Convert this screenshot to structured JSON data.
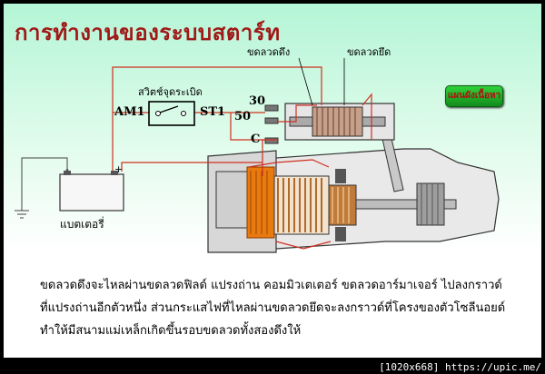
{
  "title": "การทำงานของระบบสตาร์ท",
  "labels": {
    "pull_coil": "ขดลวดดึง",
    "hold_coil": "ขดลวดยึด",
    "ignition_switch": "สวิตช์จุดระเบิด",
    "am1": "AM1",
    "st1": "ST1",
    "terminal_30": "30",
    "terminal_50": "50",
    "terminal_c": "C",
    "battery": "แบตเตอรี่",
    "minus": "-",
    "plus": "+"
  },
  "back_button": "แผนผังเนื้อหา",
  "description": [
    "ขดลวดดึงจะไหลผ่านขดลวดฟิลด์ แปรงถ่าน คอมมิวเตเตอร์ ขดลวดอาร์มาเจอร์ ไปลงกราวด์",
    "ที่แปรงถ่านอีกตัวหนึ่ง ส่วนกระแสไฟที่ไหลผ่านขดลวดยึดจะลงกราวด์ที่โครงของตัวโซลีนอยด์",
    "ทำให้มีสนามแม่เหล็กเกิดขึ้นรอบขดลวดทั้งสองดึงให้"
  ],
  "watermark": "[1020x668] https://upic.me/",
  "colors": {
    "title": "#a01818",
    "wire": "#d03020",
    "armature": "#e87a10",
    "button": "#1fb02a"
  }
}
